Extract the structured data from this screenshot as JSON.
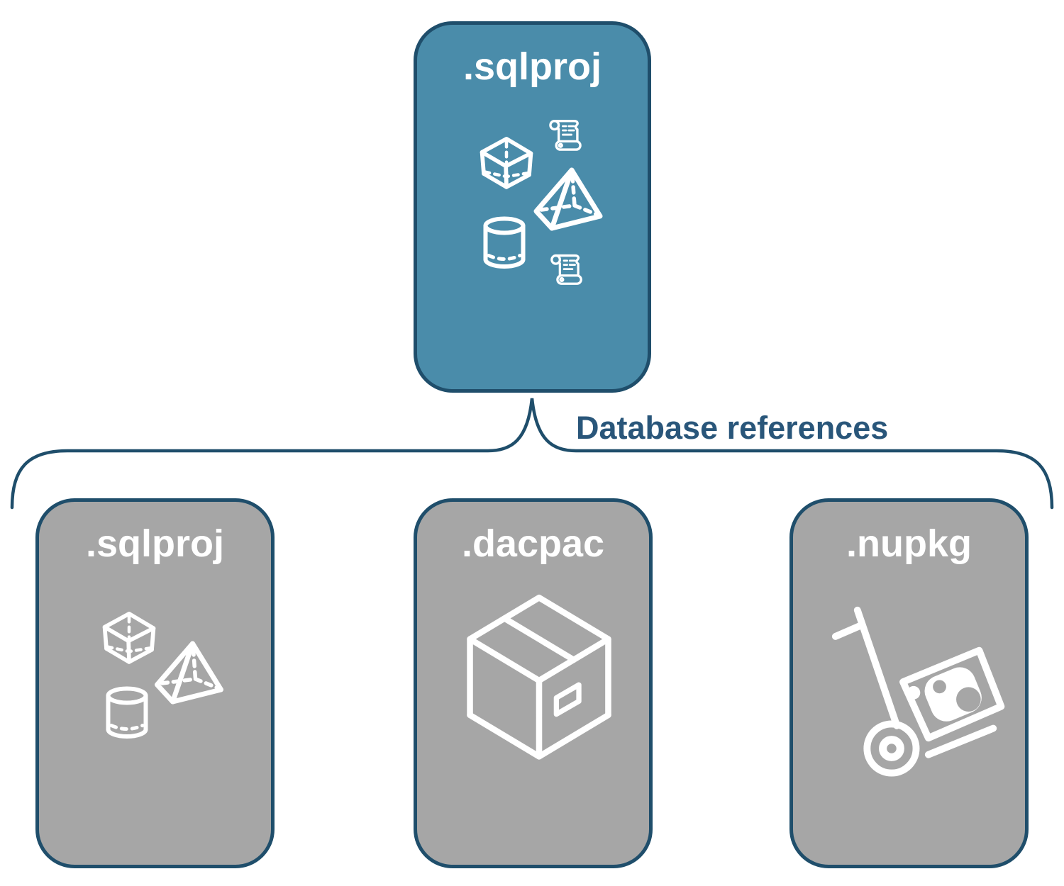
{
  "connector": {
    "label": "Database references"
  },
  "root_node": {
    "label": ".sqlproj"
  },
  "child_nodes": [
    {
      "label": ".sqlproj"
    },
    {
      "label": ".dacpac"
    },
    {
      "label": ".nupkg"
    }
  ],
  "icons": {
    "root": [
      "scroll-icon",
      "cube-icon",
      "pyramid-icon",
      "cylinder-icon",
      "scroll-icon"
    ],
    "children": [
      [
        "cube-icon",
        "pyramid-icon",
        "cylinder-icon"
      ],
      [
        "package-box-icon"
      ],
      [
        "hand-truck-package-icon"
      ]
    ]
  },
  "colors": {
    "background": "#ffffff",
    "root_fill": "#4a8caa",
    "child_fill": "#a6a6a6",
    "outline": "#1f4e6b",
    "connector_text": "#29567a",
    "icon": "#ffffff"
  }
}
